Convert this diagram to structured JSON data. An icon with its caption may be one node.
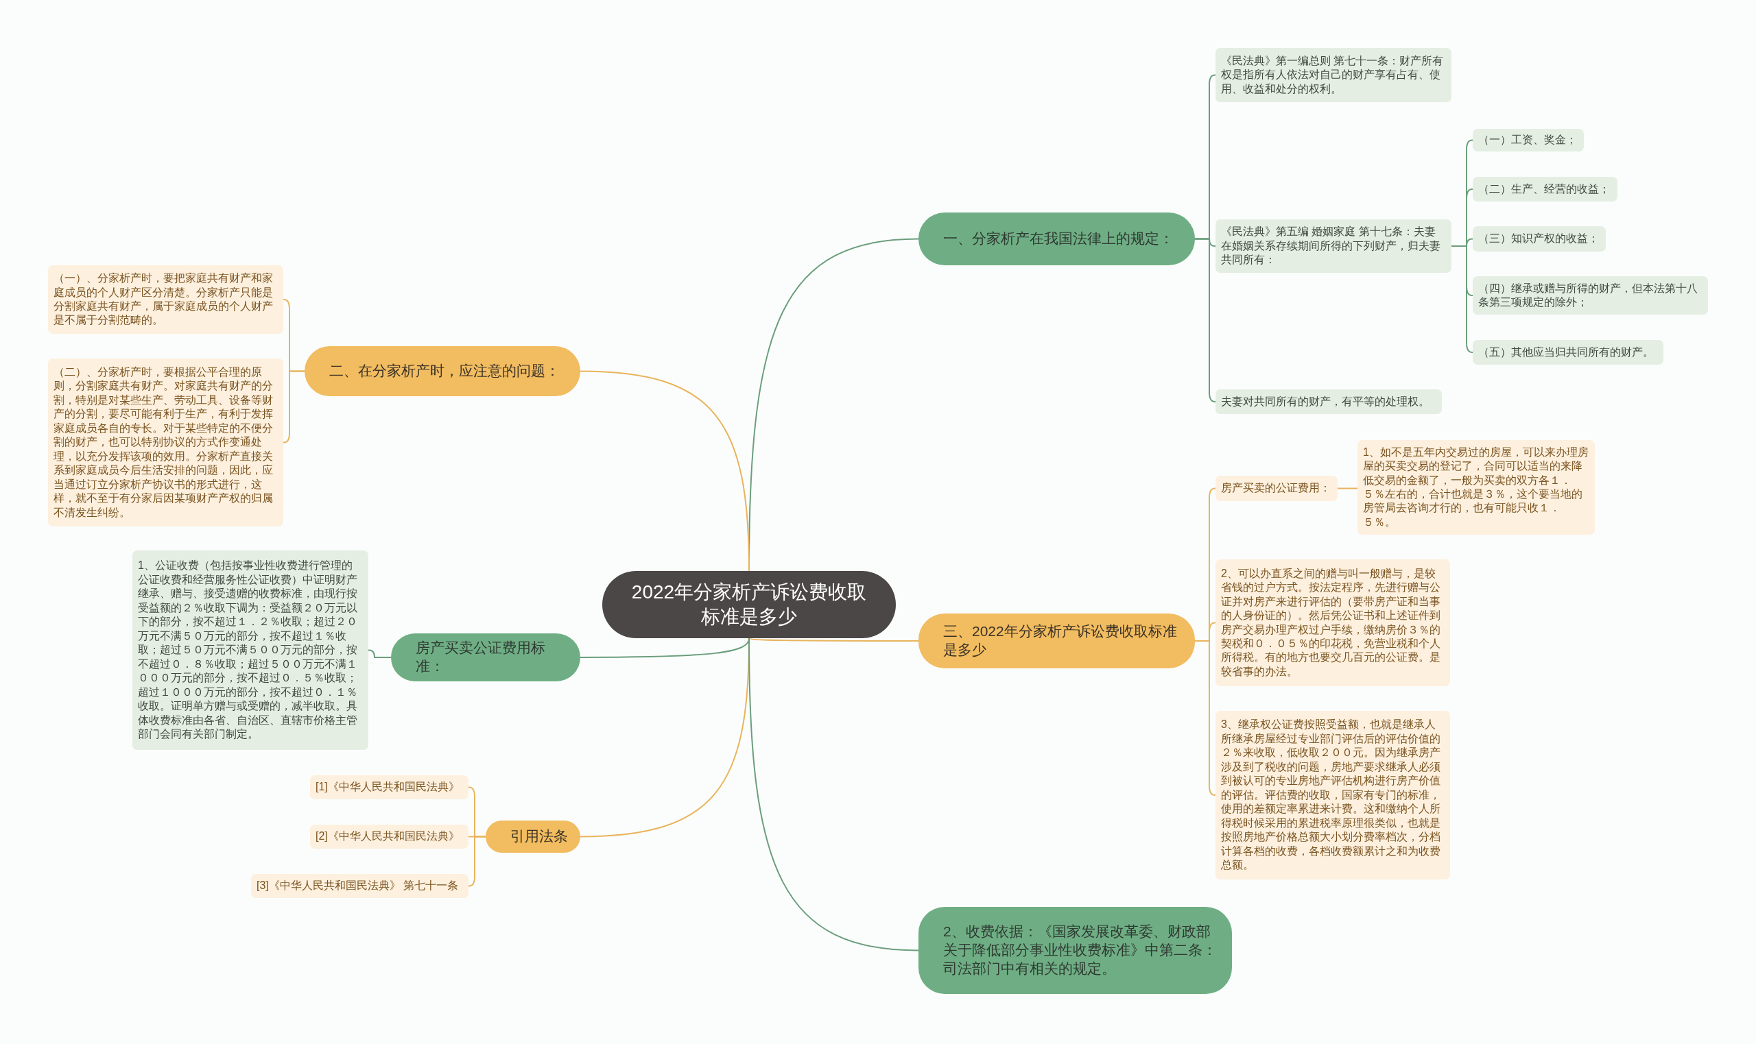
{
  "diagram": {
    "nodes": [
      {
        "text": [
          "2022年分家析产诉讼费收取标准是多少"
        ]
      },
      {
        "text": [
          "一、分家析产在我国法律上的规定："
        ]
      },
      {
        "text": [
          "《民法典》第一编总则 第七十一条：财产所有权是指所有人依法对自己的财产享有占有、使用、收益和处分的权利。"
        ]
      },
      {
        "text": [
          "《民法典》第五编 婚姻家庭 第十七条：夫妻在婚姻关系存续期间所得的下列财产，归夫妻共同所有："
        ]
      },
      {
        "text": [
          "（一）工资、奖金；"
        ]
      },
      {
        "text": [
          "（二）生产、经营的收益；"
        ]
      },
      {
        "text": [
          "（三）知识产权的收益；"
        ]
      },
      {
        "text": [
          "（四）继承或赠与所得的财产，但本法第十八条第三项规定的除外；"
        ]
      },
      {
        "text": [
          "（五）其他应当归共同所有的财产。"
        ]
      },
      {
        "text": [
          "夫妻对共同所有的财产，有平等的处理权。"
        ]
      },
      {
        "text": [
          "二、在分家析产时，应注意的问题："
        ]
      },
      {
        "text": [
          "（一）、分家析产时，要把家庭共有财产和家庭成员的个人财产区分清楚。分家析产只能是分割家庭共有财产，属于家庭成员的个人财产是不属于分割范畴的。"
        ]
      },
      {
        "text": [
          "（二）、分家析产时，要根据公平合理的原则，分割家庭共有财产。对家庭共有财产的分割，特别是对某些生产、劳动工具、设备等财产的分割，要尽可能有利于生产，有利于发挥家庭成员各自的专长。对于某些特定的不便分割的财产，也可以特别协议的方式作变通处理，以充分发挥该项的效用。分家析产直接关系到家庭成员今后生活安排的问题，因此，应当通过订立分家析产协议书的形式进行，这样，就不至于有分家后因某项财产产权的归属不清发生纠纷。"
        ]
      },
      {
        "text": [
          "房产买卖公证费用标准："
        ]
      },
      {
        "text": [
          "1、公证收费（包括按事业性收费进行管理的公证收费和经营服务性公证收费）中证明财产继承、赠与、接受遗赠的收费标准，由现行按受益额的２％收取下调为：受益额２０万元以下的部分，按不超过１．２％收取；超过２０万元不满５０万元的部分，按不超过１％收取；超过５０万元不满５００万元的部分，按不超过０．８％收取；超过５００万元不满１０００万元的部分，按不超过０．５％收取；超过１０００万元的部分，按不超过０．１％收取。证明单方赠与或受赠的，减半收取。具体收费标准由各省、自治区、直辖市价格主管部门会同有关部门制定。"
        ]
      },
      {
        "text": [
          "引用法条"
        ]
      },
      {
        "text": [
          "[1]《中华人民共和国民法典》"
        ]
      },
      {
        "text": [
          "[2]《中华人民共和国民法典》"
        ]
      },
      {
        "text": [
          "[3]《中华人民共和国民法典》 第七十一条"
        ]
      },
      {
        "text": [
          "三、2022年分家析产诉讼费收取标准是多少"
        ]
      },
      {
        "text": [
          "房产买卖的公证费用："
        ]
      },
      {
        "text": [
          "1、如不是五年内交易过的房屋，可以来办理房屋的买卖交易的登记了，合同可以适当的来降低交易的金额了，一般为买卖的双方各１．５％左右的，合计也就是３％，这个要当地的房管局去咨询才行的，也有可能只收１．５％。"
        ]
      },
      {
        "text": [
          "2、可以办直系之间的赠与叫一般赠与，是较省钱的过户方式。按法定程序，先进行赠与公证并对房产来进行评估的（要带房产证和当事的人身份证的）。然后凭公证书和上述证件到房产交易办理产权过户手续，缴纳房价３％的契税和０．０５％的印花税，免营业税和个人所得税。有的地方也要交几百元的公证费。是较省事的办法。"
        ]
      },
      {
        "text": [
          "3、继承权公证费按照受益额，也就是继承人所继承房屋经过专业部门评估后的评估价值的２％来收取，低收取２００元。因为继承房产涉及到了税收的问题，房地产要求继承人必须到被认可的专业房地产评估机构进行房产价值的评估。评估费的收取，国家有专门的标准，使用的差额定率累进来计费。这和缴纳个人所得税时候采用的累进税率原理很类似，也就是按照房地产价格总额大小划分费率档次，分档计算各档的收费，各档收费额累计之和为收费总额。"
        ]
      },
      {
        "text": [
          "2、收费依据：《国家发展改革委、财政部关于降低部分事业性收费标准》中第二条：司法部门中有相关的规定。"
        ]
      }
    ],
    "edges": [
      {
        "from": 0,
        "to": 1,
        "arrow": "none",
        "color": "#6b9e7c"
      },
      {
        "from": 1,
        "to": 2,
        "arrow": "none",
        "color": "#6b9e7c"
      },
      {
        "from": 1,
        "to": 3,
        "arrow": "none",
        "color": "#6b9e7c"
      },
      {
        "from": 3,
        "to": 4,
        "arrow": "none",
        "color": "#6b9e7c"
      },
      {
        "from": 3,
        "to": 5,
        "arrow": "none",
        "color": "#6b9e7c"
      },
      {
        "from": 3,
        "to": 6,
        "arrow": "none",
        "color": "#6b9e7c"
      },
      {
        "from": 3,
        "to": 7,
        "arrow": "none",
        "color": "#6b9e7c"
      },
      {
        "from": 3,
        "to": 8,
        "arrow": "none",
        "color": "#6b9e7c"
      },
      {
        "from": 1,
        "to": 9,
        "arrow": "none",
        "color": "#6b9e7c"
      },
      {
        "from": 0,
        "to": 10,
        "arrow": "none",
        "color": "#e8b45c"
      },
      {
        "from": 10,
        "to": 11,
        "arrow": "none",
        "color": "#e8b45c"
      },
      {
        "from": 10,
        "to": 12,
        "arrow": "none",
        "color": "#e8b45c"
      },
      {
        "from": 0,
        "to": 13,
        "arrow": "none",
        "color": "#6b9e7c"
      },
      {
        "from": 13,
        "to": 14,
        "arrow": "none",
        "color": "#6b9e7c"
      },
      {
        "from": 0,
        "to": 15,
        "arrow": "none",
        "color": "#e8b45c"
      },
      {
        "from": 15,
        "to": 16,
        "arrow": "none",
        "color": "#e8b45c"
      },
      {
        "from": 15,
        "to": 17,
        "arrow": "none",
        "color": "#e8b45c"
      },
      {
        "from": 15,
        "to": 18,
        "arrow": "none",
        "color": "#e8b45c"
      },
      {
        "from": 0,
        "to": 19,
        "arrow": "none",
        "color": "#e8b45c"
      },
      {
        "from": 19,
        "to": 20,
        "arrow": "none",
        "color": "#e8b45c"
      },
      {
        "from": 20,
        "to": 21,
        "arrow": "none",
        "color": "#e8b45c"
      },
      {
        "from": 19,
        "to": 22,
        "arrow": "none",
        "color": "#e8b45c"
      },
      {
        "from": 19,
        "to": 23,
        "arrow": "none",
        "color": "#e8b45c"
      },
      {
        "from": 0,
        "to": 24,
        "arrow": "none",
        "color": "#6b9e7c"
      }
    ]
  }
}
